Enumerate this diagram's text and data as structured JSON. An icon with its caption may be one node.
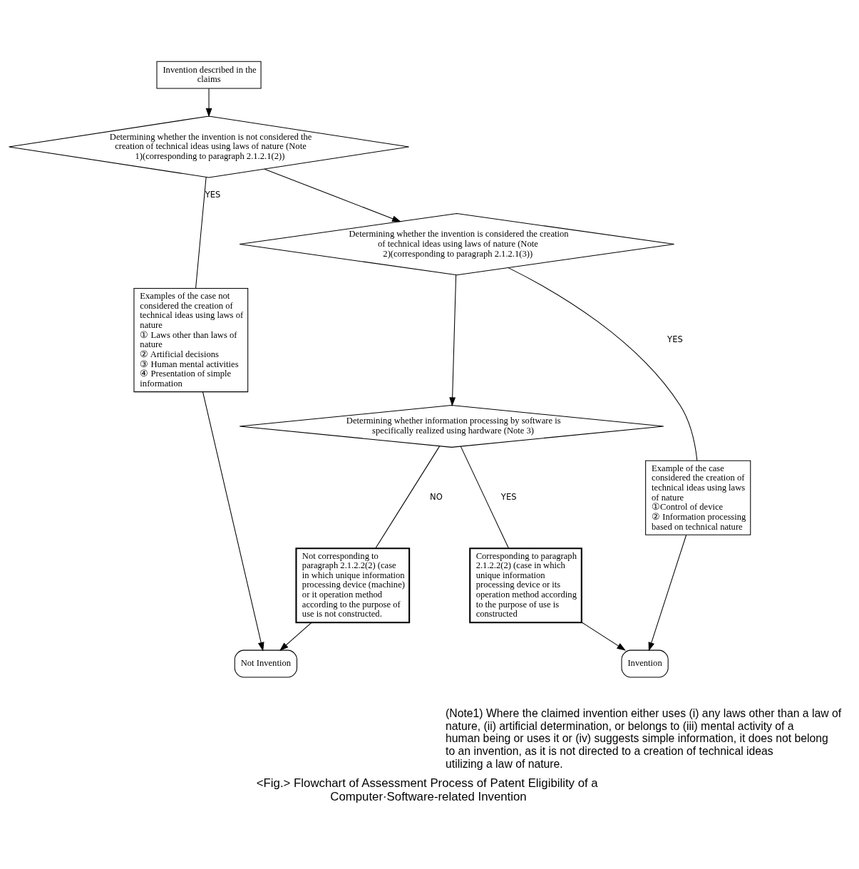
{
  "diagram": {
    "caption": "<Fig.> Flowchart of Assessment Process of Patent Eligibility of a Computer·Software-related Invention",
    "nodes": [
      {
        "text": [
          "Invention described in the claims"
        ]
      },
      {
        "text": [
          "Determining whether the invention is not considered the creation of technical ideas using laws of nature (Note 1)(corresponding to paragraph 2.1.2.1(2))"
        ]
      },
      {
        "text": [
          "Examples of the case not considered the creation of technical ideas using laws of nature",
          "① Laws other than laws of nature",
          "② Artificial decisions",
          "③ Human mental activities",
          "④ Presentation of simple information"
        ]
      },
      {
        "text": [
          "Determining whether the invention is considered the creation of technical ideas using laws of nature (Note 2)(corresponding to paragraph 2.1.2.1(3))"
        ]
      },
      {
        "text": [
          "Example of the case considered the creation of technical ideas using laws of nature",
          "①Control of device",
          "② Information processing based on technical nature"
        ]
      },
      {
        "text": [
          "Determining whether information processing by software is specifically realized using hardware (Note 3)"
        ]
      },
      {
        "text": [
          "Corresponding to paragraph 2.1.2.2(2) (case in which unique information processing device or its operation method according to the purpose of use is constructed"
        ]
      },
      {
        "text": [
          "Not corresponding to paragraph 2.1.2.2(2) (case in which unique information processing device (machine) or it operation method according to the purpose of use is not constructed."
        ]
      },
      {
        "text": [
          "Invention"
        ]
      },
      {
        "text": [
          "Not Invention"
        ]
      }
    ],
    "edges": [
      {
        "from": 0,
        "to": 1,
        "arrow": "to"
      },
      {
        "from": 1,
        "to": 2,
        "arrow": "none",
        "label": "YES"
      },
      {
        "from": 1,
        "to": 3,
        "arrow": "to"
      },
      {
        "from": 3,
        "to": 4,
        "arrow": "none",
        "label": "YES"
      },
      {
        "from": 3,
        "to": 5,
        "arrow": "to"
      },
      {
        "from": 5,
        "to": 6,
        "arrow": "none",
        "label": "YES"
      },
      {
        "from": 5,
        "to": 7,
        "arrow": "none",
        "label": "NO"
      },
      {
        "from": 4,
        "to": 8,
        "arrow": "to"
      },
      {
        "from": 6,
        "to": 8,
        "arrow": "to"
      },
      {
        "from": 7,
        "to": 9,
        "arrow": "to"
      },
      {
        "from": 2,
        "to": 9,
        "arrow": "to"
      }
    ],
    "labels": [
      "(Note1) Where the claimed invention either uses (i) any laws other than a law of nature, (ii) artificial determination, or belongs to (iii) mental activity of a human being or uses it or (iv) suggests simple information, it does not belong to an invention, as it is not directed to a creation of technical ideas utilizing a law of nature."
    ]
  }
}
